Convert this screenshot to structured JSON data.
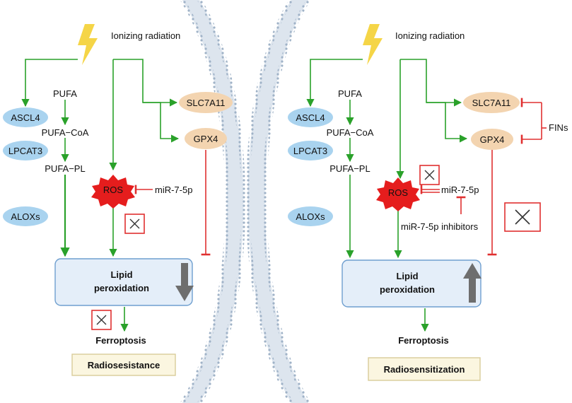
{
  "left": {
    "radiation": "Ionizing radiation",
    "pufa": "PUFA",
    "pufa_coa": "PUFA−CoA",
    "pufa_pl": "PUFA−PL",
    "ascl4": "ASCL4",
    "lpcat3": "LPCAT3",
    "aloxs": "ALOXs",
    "slc7a11": "SLC7A11",
    "gpx4": "GPX4",
    "ros": "ROS",
    "mir": "miR-7-5p",
    "lipid_line1": "Lipid",
    "lipid_line2": "peroxidation",
    "ferroptosis": "Ferroptosis",
    "outcome": "Radiosesistance"
  },
  "right": {
    "radiation": "Ionizing radiation",
    "pufa": "PUFA",
    "pufa_coa": "PUFA−CoA",
    "pufa_pl": "PUFA−PL",
    "ascl4": "ASCL4",
    "lpcat3": "LPCAT3",
    "aloxs": "ALOXs",
    "slc7a11": "SLC7A11",
    "gpx4": "GPX4",
    "fins": "FINs",
    "ros": "ROS",
    "mir": "miR-7-5p",
    "mir_inhibitors": "miR-7-5p inhibitors",
    "lipid_line1": "Lipid",
    "lipid_line2": "peroxidation",
    "ferroptosis": "Ferroptosis",
    "outcome": "Radiosensitization"
  },
  "colors": {
    "promote": "#2aa12a",
    "inhibit": "#e03030",
    "enzyme_fill": "#a9d3ef",
    "protein_fill": "#f3d4b0",
    "lipid_fill": "#e4eef9",
    "lipid_stroke": "#6f9fcf",
    "outcome_fill": "#fbf6e0",
    "outcome_stroke": "#d9cc9a",
    "ros_fill": "#e51d1d",
    "lightning": "#f5d547",
    "membrane": "#8aa0b8",
    "gray_arrow": "#6e6e6e"
  },
  "icons": [
    "lightning-icon",
    "ros-burst-icon",
    "blocked-x-icon",
    "down-arrow-icon",
    "up-arrow-icon",
    "cell-membrane"
  ]
}
